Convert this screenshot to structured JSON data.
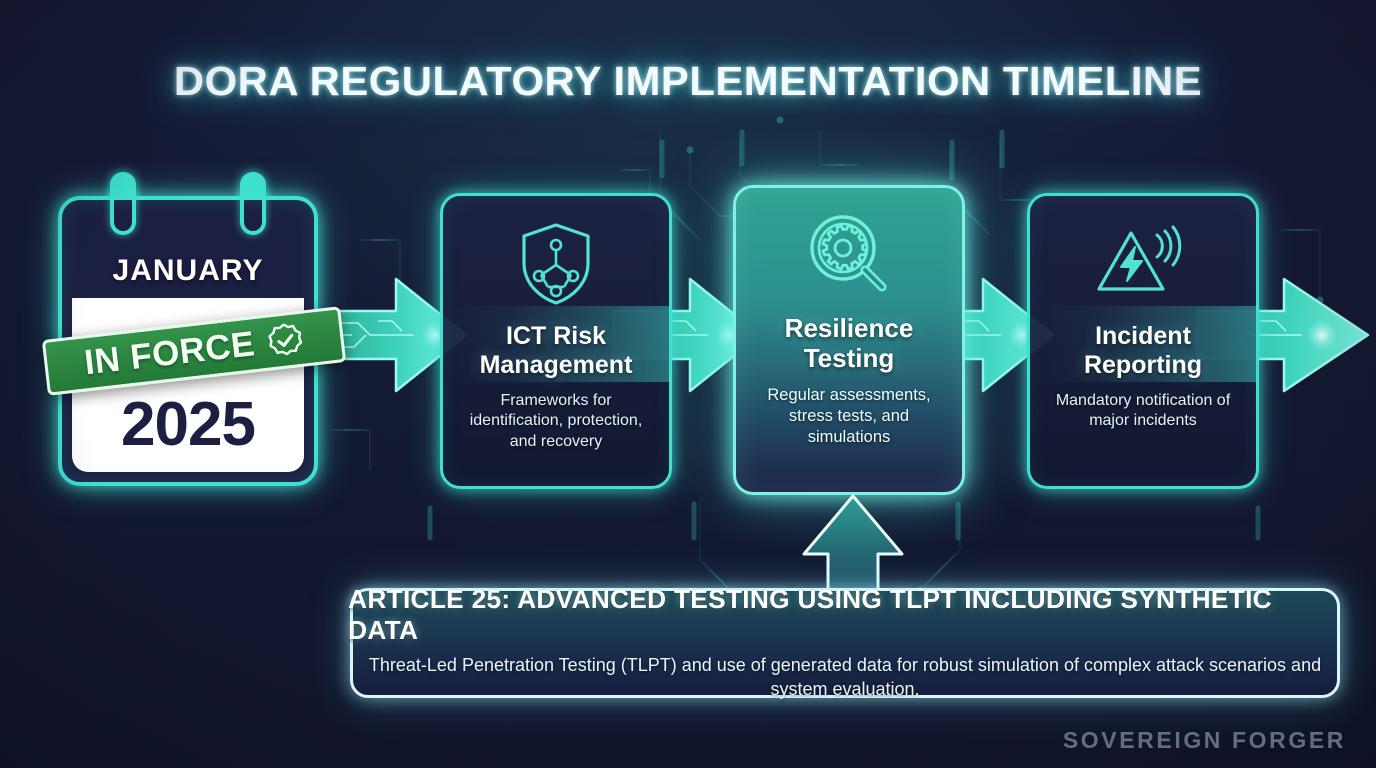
{
  "page": {
    "title": "DORA REGULATORY IMPLEMENTATION TIMELINE",
    "watermark": "SOVEREIGN FORGER",
    "accent_color": "#3fe0cf",
    "background_color": "#141832",
    "badge_color": "#2d8f3d",
    "highlight_card_color": "#2fa395"
  },
  "calendar": {
    "month": "JANUARY",
    "year": "2025",
    "badge_label": "IN FORCE",
    "badge_icon": "check-seal-icon"
  },
  "cards": [
    {
      "icon": "shield-network-icon",
      "title": "ICT Risk Management",
      "title_line1": "ICT Risk",
      "title_line2": "Management",
      "description": "Frameworks for identification, protection, and recovery",
      "highlighted": false
    },
    {
      "icon": "magnifier-gear-icon",
      "title": "Resilience Testing",
      "title_line1": "Resilience",
      "title_line2": "Testing",
      "description": "Regular assessments, stress tests, and simulations",
      "highlighted": true
    },
    {
      "icon": "alert-triangle-signal-icon",
      "title": "Incident Reporting",
      "title_line1": "Incident",
      "title_line2": "Reporting",
      "description": "Mandatory notification of major incidents",
      "highlighted": false
    }
  ],
  "callout": {
    "title": "ARTICLE 25: ADVANCED TESTING USING TLPT INCLUDING SYNTHETIC DATA",
    "body": "Threat-Led Penetration Testing (TLPT) and use of generated data for robust simulation of complex attack scenarios and system evaluation."
  }
}
